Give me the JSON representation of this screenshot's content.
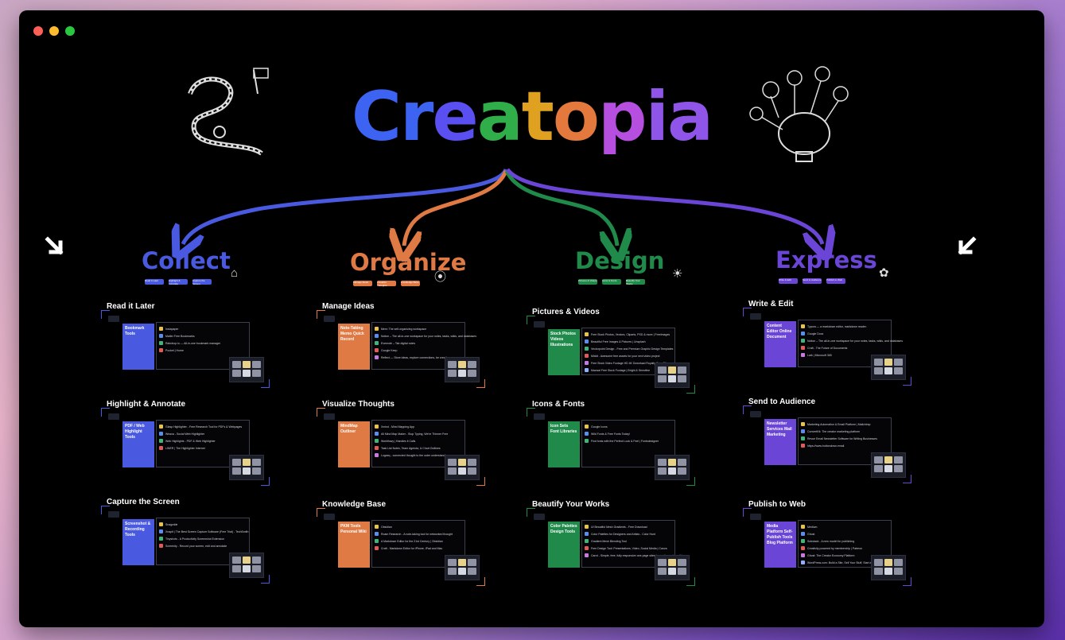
{
  "window": {
    "title": "Creatopia"
  },
  "title_letters": [
    "Cr",
    "e",
    "a",
    "t",
    "o",
    "p",
    "ia"
  ],
  "columns": [
    {
      "name": "Collect",
      "color": "#4a5ae0",
      "pills": [
        "Read it Later",
        "Highlight & Annotate",
        "Capture the Screen"
      ],
      "sections": [
        {
          "title": "Read it Later",
          "category": "Bookmark Tools",
          "items": [
            "Instapaper",
            "Matter Free Bookmarks",
            "Raindrop.io — All-in-one bookmark manager",
            "Pocket | Home"
          ]
        },
        {
          "title": "Highlight & Annotate",
          "category": "PDF / Web Highlight Tools",
          "items": [
            "Glasp Highlighter - Free Research Tool for PDFs & Webpages",
            "Weava - Social Web Highlighter",
            "Web Highlights - PDF & Web Highlighter",
            "LINER | The Highlighter Internet"
          ]
        },
        {
          "title": "Capture the Screen",
          "category": "Screenshot & Recording Tools",
          "items": [
            "Snagwide",
            "Xnapit | The Best Screen Capture Software (Free Trial) - TechSmith",
            "Tinyshots - A Productivity Screenshot Extension",
            "Screenity - Record your screen, edit and annotate"
          ]
        }
      ]
    },
    {
      "name": "Organize",
      "color": "#e07a44",
      "pills": [
        "Manage Ideas",
        "Visualize Thoughts",
        "Knowledge Base"
      ],
      "sections": [
        {
          "title": "Manage Ideas",
          "category": "Note-Taking Memo Quick Record",
          "items": [
            "Mem: The self-organizing workspace",
            "Notion – The all-in-one workspace for your notes, tasks, wikis, and databases",
            "Evernote – Tab digital notes",
            "Google Keep",
            "Reflect — Store ideas, explore connections, be creative"
          ]
        },
        {
          "title": "Visualize Thoughts",
          "category": "MindMap Outliner",
          "items": [
            "Xmind - Mind Mapping App",
            "All Mind Map Maker - Stop Typing, We're Thinner Free",
            "Workflowy | Handles it Calls",
            "Task List Notes, Team Agenda, & Chart Outlines",
            "Logseq - connected thought to the outer understanding"
          ]
        },
        {
          "title": "Knowledge Base",
          "category": "PKM Tools Personal Wiki",
          "items": [
            "Obsidian",
            "Roam Research - A note-taking tool for networked thought",
            "A Markdown Editor for the 21st Century | Obsidian",
            "Craft - Markdown Editor for iPhone, iPad and Mac"
          ]
        }
      ]
    },
    {
      "name": "Design",
      "color": "#1f8a4a",
      "pills": [
        "Pictures & Videos",
        "Icons & Fonts",
        "Beautify Your Works"
      ],
      "sections": [
        {
          "title": "Pictures & Videos",
          "category": "Stock Photos Videos Illustrations",
          "items": [
            "Free Stock Photos, Vectors, Cliparts, PSD & more | FreeImages",
            "Beautiful Free Images & Pictures | Unsplash",
            "Vectorpoint Design - Free and Premium Graphic Design Templates",
            "Mixkit - Awesome free assets for your next video project",
            "Free Stock Video Footage HD 4K Download Royalty-Free Clips",
            "Mazwai Free Stock Footage | Bright & Sensitive"
          ]
        },
        {
          "title": "Icons & Fonts",
          "category": "Icon Sets Font Libraries",
          "items": [
            "Google Icons",
            "Wild Fonts & Free Fonts Today!",
            "Find fonts with the Perfect Look & Feel | Fontsdesigner"
          ]
        },
        {
          "title": "Beautify Your Works",
          "category": "Color Palettes Design Tools",
          "items": [
            "UI Beautiful Mesh Gradients - Free Download",
            "Color Palettes for Designers and Artists - Color Hunt",
            "Gradient Mesh Blending Tool",
            "Free Design Tool: Presentations, Video, Social Media | Canva",
            "Carrd - Simple, free, fully responsive one-page sites for pretty much anything"
          ]
        }
      ]
    },
    {
      "name": "Express",
      "color": "#6a45d6",
      "pills": [
        "Write & Edit",
        "Send to Audience",
        "Publish to Web"
      ],
      "sections": [
        {
          "title": "Write & Edit",
          "category": "Content Editor Online Document",
          "items": [
            "Typora — a markdown editor, markdown reader.",
            "Google Docs",
            "Notion – The all-in-one workspace for your notes, tasks, wikis, and databases",
            "Craft - The Future of Documents",
            "Lark | Microsoft 365"
          ]
        },
        {
          "title": "Send to Audience",
          "category": "Newsletter Services Mail Marketing",
          "items": [
            "Marketing Automation & Email Platform | Mailchimp",
            "ConvertKit: The creator marketing platform",
            "Revue Email Newsletter Software for Writing Businesses",
            "https://www.buttondown.email"
          ]
        },
        {
          "title": "Publish to Web",
          "category": "Media Platform Self-Publish Tools Blog Platform",
          "items": [
            "Medium",
            "Ghost",
            "Substack - A new model for publishing",
            "Creativity powered by membership | Patreon",
            "Ghost: The Creator Economy Platform",
            "WordPress.com: Build a Site, Sell Your Stuff, Start a Blog & More"
          ]
        }
      ]
    }
  ]
}
